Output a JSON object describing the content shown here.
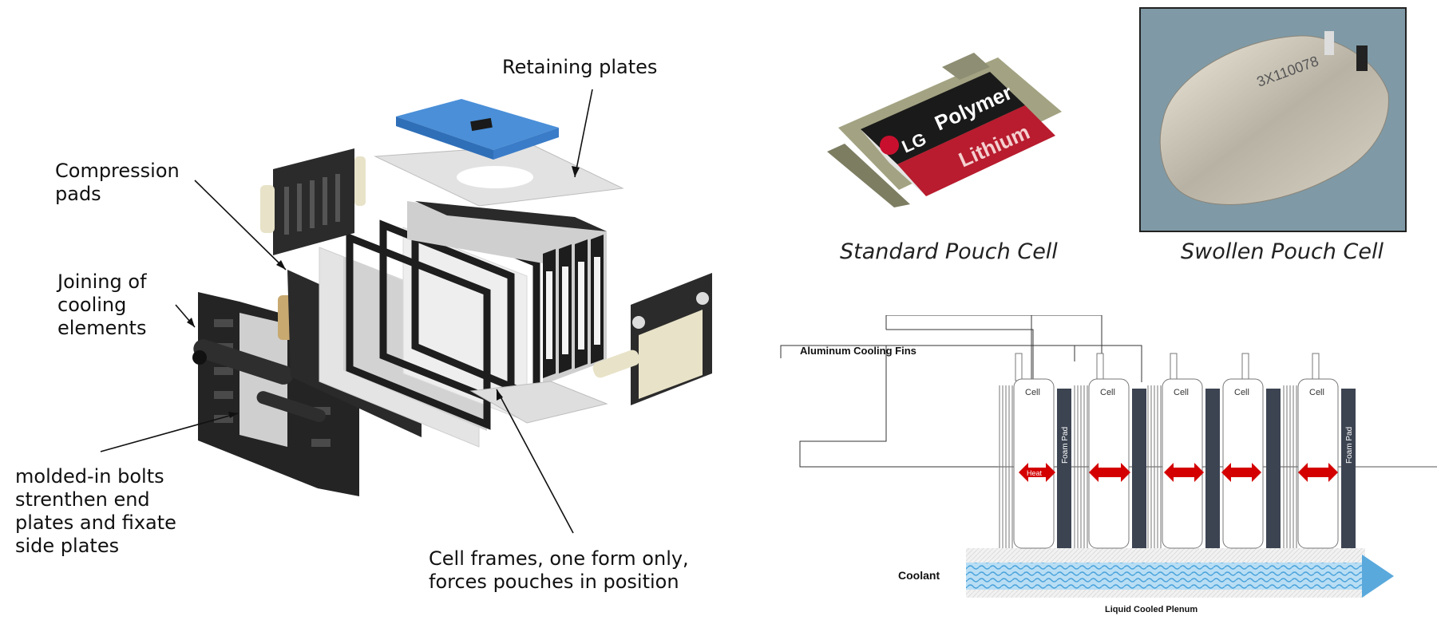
{
  "left_diagram": {
    "callouts": {
      "retaining_plates": "Retaining plates",
      "compression_pads": "Compression\npads",
      "joining_cooling": "Joining of\ncooling\nelements",
      "molded_bolts": "molded-in bolts\nstrenthen end\nplates and fixate\nside plates",
      "cell_frames": "Cell frames, one form only,\nforces pouches in position"
    }
  },
  "photos": {
    "standard": {
      "caption": "Standard Pouch Cell",
      "label_brand": "LG",
      "label_top": "Polymer",
      "label_bottom": "Lithium",
      "colors": {
        "black": "#1a1a1a",
        "red": "#b81c2e",
        "grey": "#9a9a80"
      }
    },
    "swollen": {
      "caption": "Swollen Pouch Cell",
      "print_text": "3X110078",
      "colors": {
        "background": "#7f9aa6",
        "pouch": "#c9c3b6"
      }
    }
  },
  "cooling_diagram": {
    "fins_label": "Aluminum Cooling Fins",
    "cell_label": "Cell",
    "foam_label": "Foam Pad",
    "heat_label": "Heat",
    "coolant_label": "Coolant",
    "plenum_label": "Liquid Cooled Plenum",
    "colors": {
      "arrow": "#d40000",
      "foam": "#3c4452",
      "coolant": "#9fd0ef",
      "coolant_dark": "#5aa9dc"
    }
  }
}
